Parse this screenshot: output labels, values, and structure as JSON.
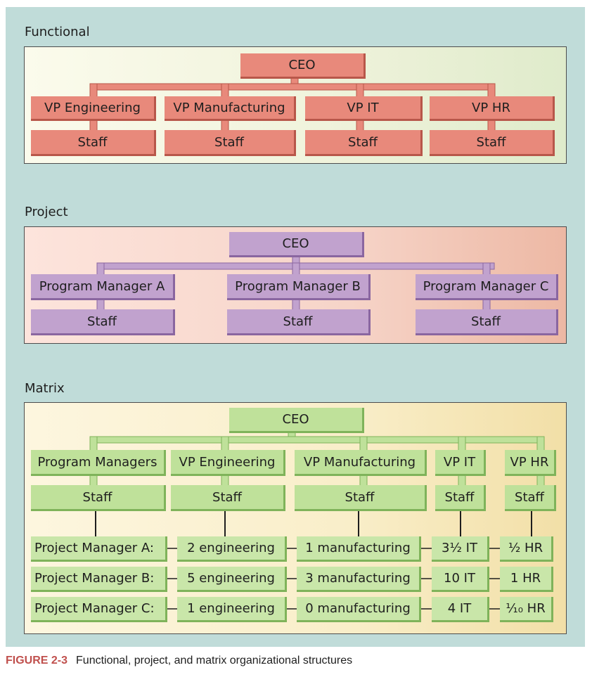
{
  "functional": {
    "title": "Functional",
    "ceo": "CEO",
    "vps": [
      "VP Engineering",
      "VP Manufacturing",
      "VP IT",
      "VP HR"
    ],
    "staff": "Staff"
  },
  "project": {
    "title": "Project",
    "ceo": "CEO",
    "managers": [
      "Program Manager A",
      "Program Manager B",
      "Program Manager C"
    ],
    "staff": "Staff"
  },
  "matrix": {
    "title": "Matrix",
    "ceo": "CEO",
    "columns": [
      "Program Managers",
      "VP Engineering",
      "VP Manufacturing",
      "VP IT",
      "VP HR"
    ],
    "staff": "Staff",
    "rows": [
      {
        "label": "Project Manager A:",
        "cells": [
          "2 engineering",
          "1 manufacturing",
          "3½ IT",
          "½ HR"
        ]
      },
      {
        "label": "Project Manager B:",
        "cells": [
          "5 engineering",
          "3 manufacturing",
          "10 IT",
          "1 HR"
        ]
      },
      {
        "label": "Project Manager C:",
        "cells": [
          "1 engineering",
          "0 manufacturing",
          "4 IT",
          "¹⁄₁₀ HR"
        ]
      }
    ]
  },
  "caption": {
    "figure": "FIGURE 2-3",
    "text": "Functional, project, and matrix organizational structures"
  },
  "colors": {
    "functional_box": "#e8897b",
    "project_box": "#c1a2ce",
    "matrix_box": "#bfe19a",
    "background": "#c0dcd9",
    "caption_accent": "#c0504d"
  }
}
